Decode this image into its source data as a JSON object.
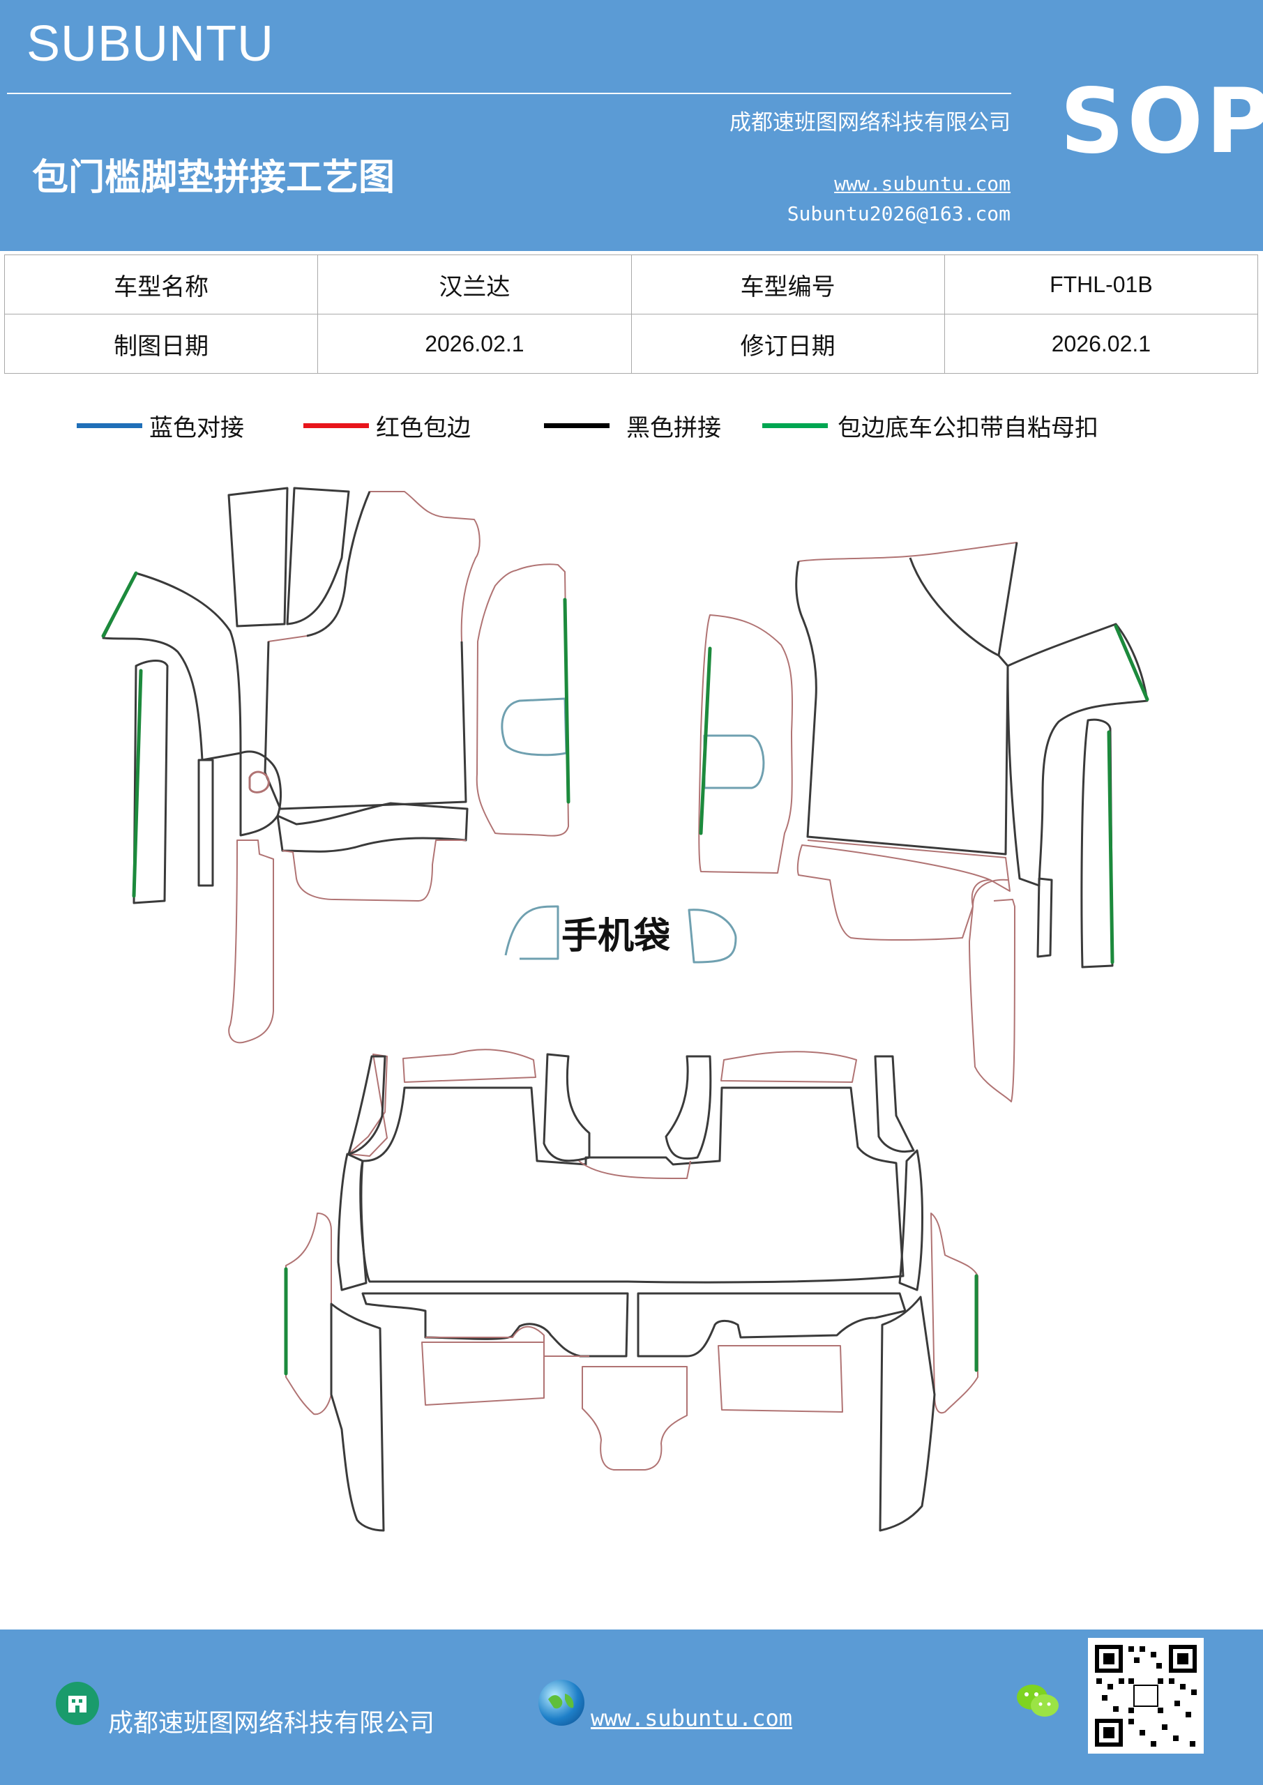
{
  "header": {
    "brand": "SUBUNTU",
    "title": "包门槛脚垫拼接工艺图",
    "company": "成都速班图网络科技有限公司",
    "website": "www.subuntu.com",
    "email": "Subuntu2026@163.com",
    "badge": "SOP"
  },
  "info_table": {
    "rows": [
      [
        "车型名称",
        "汉兰达",
        "车型编号",
        "FTHL-01B"
      ],
      [
        "制图日期",
        "2026.02.1",
        "修订日期",
        "2026.02.1"
      ]
    ]
  },
  "legend": [
    {
      "label": "蓝色对接",
      "color": "#1f6fb8"
    },
    {
      "label": "红色包边",
      "color": "#e8151b"
    },
    {
      "label": "黑色拼接",
      "color": "#000000"
    },
    {
      "label": "包边底车公扣带自粘母扣",
      "color": "#00a651"
    }
  ],
  "diagram": {
    "phone_pocket_label": "手机袋",
    "colors": {
      "outline": "#3a3a3a",
      "trim": "#b07373",
      "green": "#1c8a3c",
      "blue": "#6fa0b0"
    }
  },
  "footer": {
    "company": "成都速班图网络科技有限公司",
    "website": "www.subuntu.com",
    "company_icon": "building-icon",
    "web_icon": "globe-icon",
    "wechat_icon": "wechat-icon",
    "qr_icon": "qr-code-icon"
  }
}
